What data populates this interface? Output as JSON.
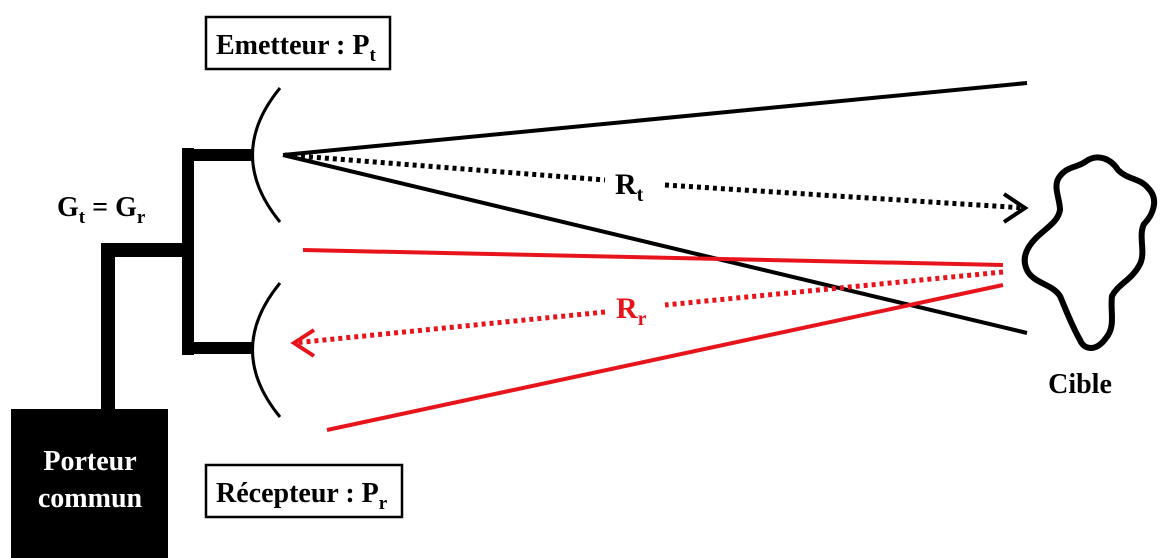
{
  "emitter": {
    "label": "Emetteur : P",
    "sub": "t"
  },
  "receiver": {
    "label": "Récepteur : P",
    "sub": "r"
  },
  "gain": {
    "g1": "G",
    "g1_sub": "t",
    "eq": " = ",
    "g2": "G",
    "g2_sub": "r"
  },
  "range_tx": {
    "label": "R",
    "sub": "t"
  },
  "range_rx": {
    "label": "R",
    "sub": "r"
  },
  "target": {
    "label": "Cible"
  },
  "carrier": {
    "line1": "Porteur",
    "line2": "commun"
  },
  "colors": {
    "tx": "#000000",
    "rx": "#e8141b",
    "fg": "#000000",
    "bg": "#ffffff"
  }
}
